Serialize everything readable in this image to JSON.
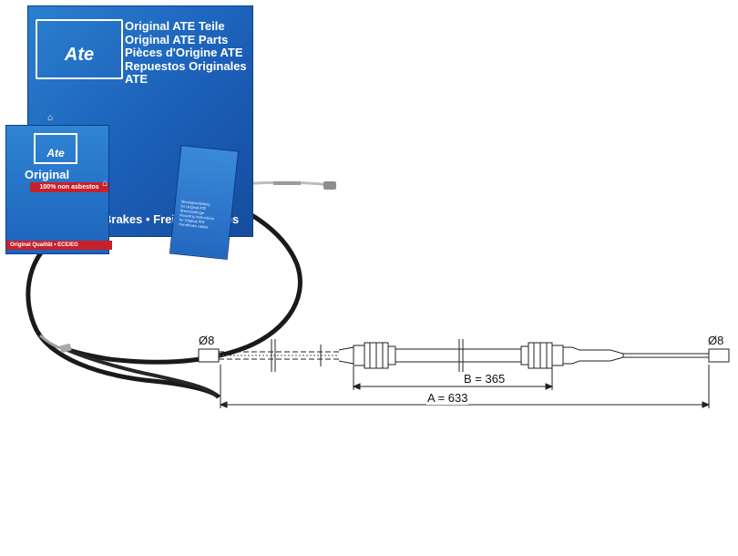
{
  "product_box": {
    "logo": "Ate",
    "lines": [
      "Original ATE Teile",
      "Original ATE Parts",
      "Pièces d'Origine ATE",
      "Repuestos Originales ATE"
    ],
    "band_text": "Brakes • Freins • Frenos"
  },
  "pad_box": {
    "logo": "Ate",
    "title": "Original",
    "banner": "100% non asbestos",
    "footer": "Original Qualität • ECE/EG"
  },
  "leaflet": {
    "lines": [
      "Montageanleitung",
      "für Original ATE",
      "Bremsseilzüge",
      "Mounting instructions",
      "for Original ATE",
      "Handbrake cables"
    ]
  },
  "drawing": {
    "left_diameter": "Ø8",
    "right_diameter": "Ø8",
    "dimension_b": "B = 365",
    "dimension_a": "A = 633"
  }
}
